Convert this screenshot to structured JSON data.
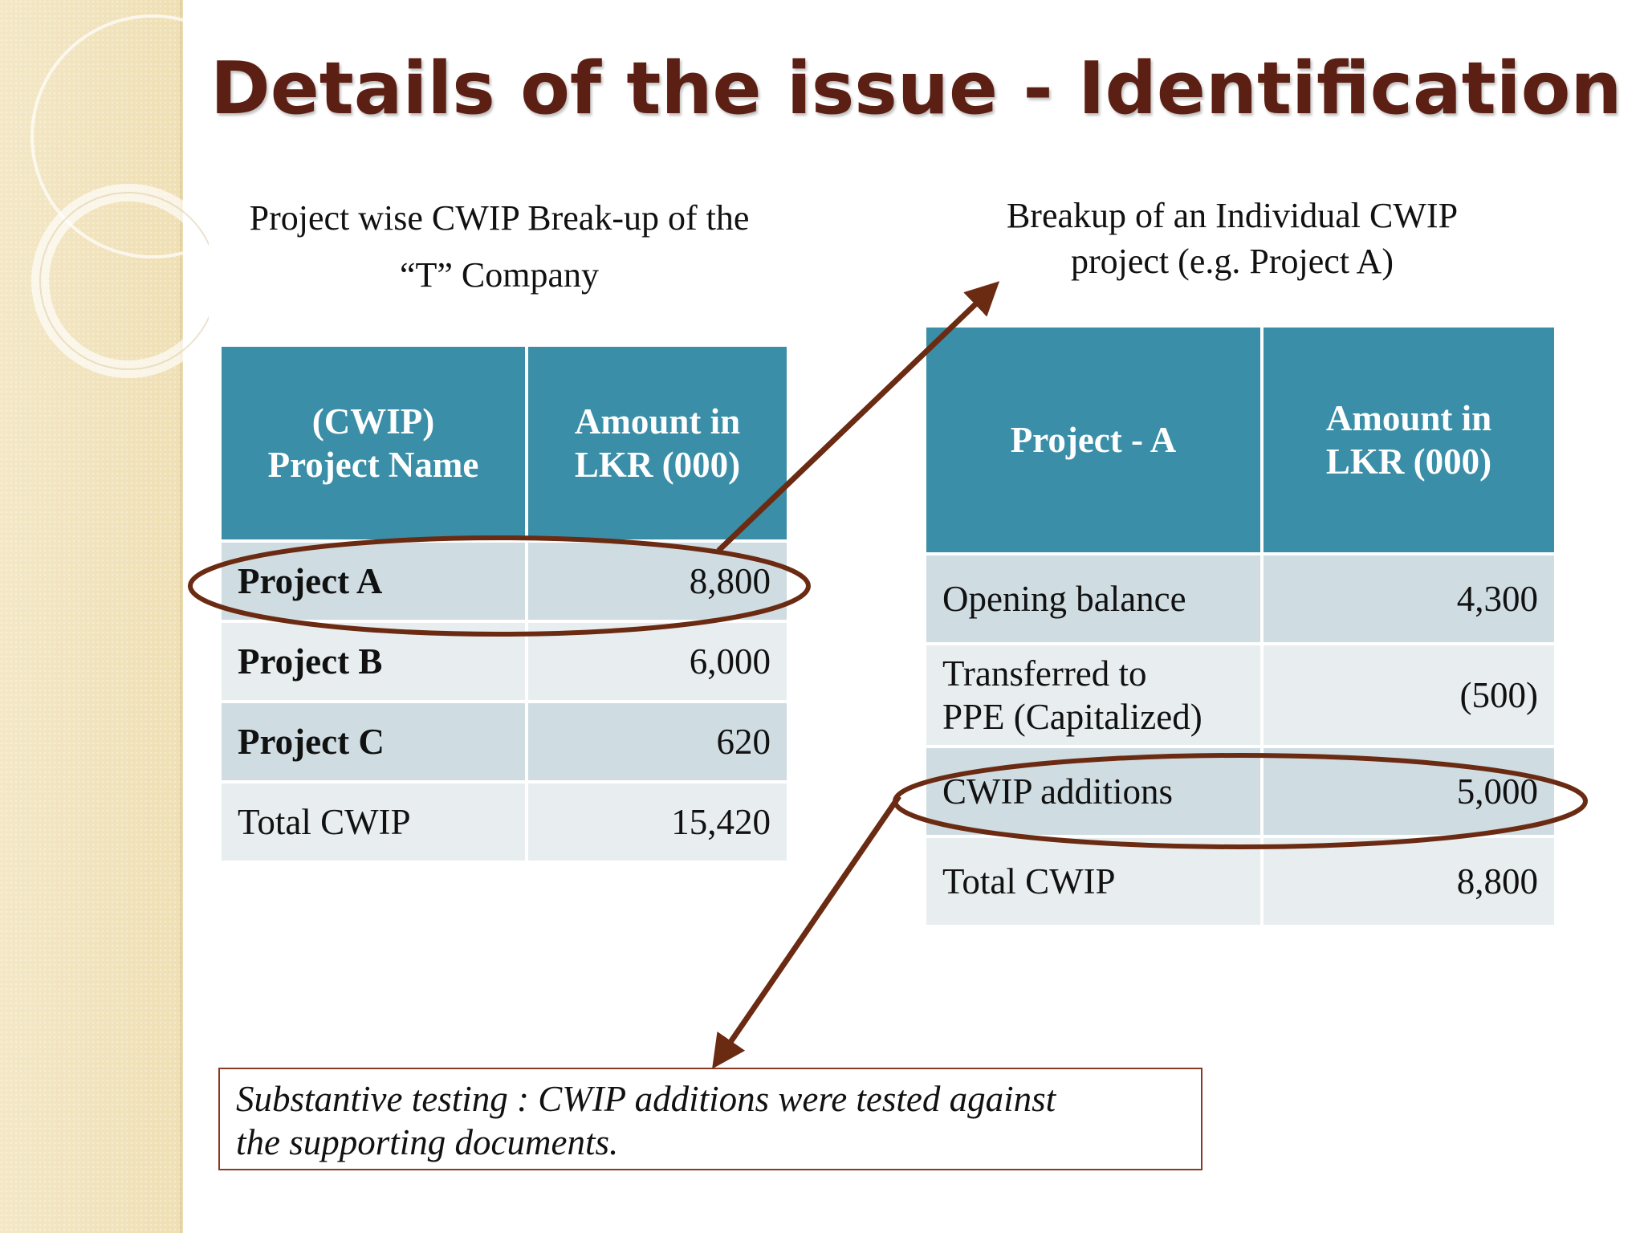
{
  "slide": {
    "title": "Details of the issue - Identification",
    "left_caption": {
      "line1": "Project wise CWIP Break-up of the",
      "line2": "“T” Company"
    },
    "right_caption": {
      "line1": "Breakup of an Individual CWIP",
      "line2": "project (e.g. Project A)"
    },
    "left_table": {
      "headers": [
        {
          "line1": "(CWIP)",
          "line2": "Project Name"
        },
        {
          "line1": "Amount in",
          "line2": "LKR (000)"
        }
      ],
      "rows": [
        {
          "name": "Project A",
          "amount": "8,800"
        },
        {
          "name": "Project B",
          "amount": "6,000"
        },
        {
          "name": "Project C",
          "amount": "620"
        },
        {
          "name": "Total CWIP",
          "amount": "15,420"
        }
      ]
    },
    "right_table": {
      "headers": [
        {
          "line1": "Project - A"
        },
        {
          "line1": "Amount in",
          "line2": "LKR (000)"
        }
      ],
      "rows": [
        {
          "name": "Opening balance",
          "amount": "4,300"
        },
        {
          "line1": "Transferred to",
          "line2": "PPE (Capitalized)",
          "amount": "(500)"
        },
        {
          "name": "CWIP additions",
          "amount": "5,000"
        },
        {
          "name": "Total CWIP",
          "amount": "8,800"
        }
      ]
    },
    "note": {
      "line1": "Substantive testing : CWIP additions were tested against",
      "line2": "the supporting documents."
    },
    "colors": {
      "title": "#5c1f14",
      "header_fill": "#3a8ea7",
      "row_dark": "#cfdde2",
      "row_light": "#e8eef0",
      "annotation": "#6b2a12",
      "sidebar": "#f1e3bd"
    }
  }
}
